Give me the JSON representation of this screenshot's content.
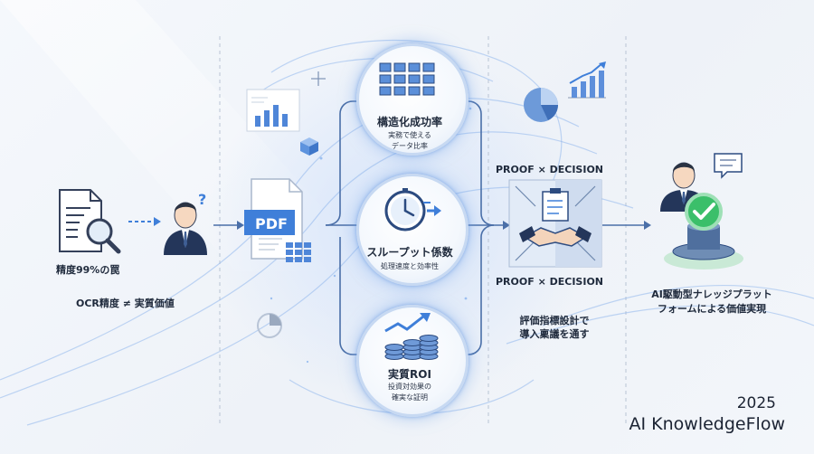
{
  "left": {
    "caption": "精度99%の罠",
    "subtitle": "OCR精度 ≠ 実質価値"
  },
  "pdf_label": "PDF",
  "nodes": [
    {
      "title": "構造化成功率",
      "sub1": "実務で使える",
      "sub2": "データ比率",
      "icon": "grid-icon"
    },
    {
      "title": "スループット係数",
      "sub1": "処理速度と効率性",
      "sub2": "",
      "icon": "clock-icon"
    },
    {
      "title": "実質ROI",
      "sub1": "投資対効果の",
      "sub2": "確実な証明",
      "icon": "coins-growth-icon"
    }
  ],
  "proof": {
    "top": "PROOF × DECISION",
    "bottom": "PROOF × DECISION",
    "caption1": "評価指標設計で",
    "caption2": "導入稟議を通す"
  },
  "right": {
    "caption1": "AI駆動型ナレッジプラット",
    "caption2": "フォームによる価値実現"
  },
  "footer": {
    "year": "2025",
    "brand": "AI KnowledgeFlow"
  },
  "colors": {
    "accent": "#3f7fd9",
    "navy": "#24365a",
    "green": "#3bbf6a"
  }
}
